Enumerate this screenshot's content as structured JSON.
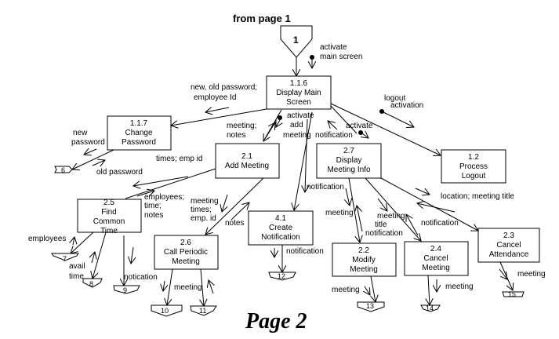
{
  "header": {
    "title": "from page 1",
    "entry_connector": "1"
  },
  "footer": {
    "page_label": "Page 2"
  },
  "processes": [
    {
      "id": "1.1.6",
      "lines": [
        "1.1.6",
        "Display Main",
        "Screen"
      ]
    },
    {
      "id": "1.1.7",
      "lines": [
        "1.1.7",
        "Change",
        "Password"
      ]
    },
    {
      "id": "2.1",
      "lines": [
        "2.1",
        "Add Meeting"
      ]
    },
    {
      "id": "2.7",
      "lines": [
        "2.7",
        "Display",
        "Meeting Info"
      ]
    },
    {
      "id": "1.2",
      "lines": [
        "1.2",
        "Process",
        "Logout"
      ]
    },
    {
      "id": "2.5",
      "lines": [
        "2.5",
        "Find",
        "Common",
        "Time"
      ]
    },
    {
      "id": "4.1",
      "lines": [
        "4.1",
        "Create",
        "Notification"
      ]
    },
    {
      "id": "2.6",
      "lines": [
        "2.6",
        "Call Periodic",
        "Meeting"
      ]
    },
    {
      "id": "2.2",
      "lines": [
        "2.2",
        "Modify",
        "Meeting"
      ]
    },
    {
      "id": "2.4",
      "lines": [
        "2.4",
        "Cancel",
        "Meeting"
      ]
    },
    {
      "id": "2.3",
      "lines": [
        "2.3",
        "Cancel",
        "Attendance"
      ]
    }
  ],
  "connectors": [
    "6",
    "7",
    "8",
    "9",
    "10",
    "11",
    "12",
    "13",
    "14",
    "15"
  ],
  "labels": {
    "activate_main": [
      "activate",
      "main screen"
    ],
    "new_old_password": [
      "new, old password;",
      "employee Id"
    ],
    "meeting_notes": [
      "meeting;",
      "notes"
    ],
    "activate_add_meeting": [
      "activate",
      "add",
      "meeting"
    ],
    "notification_top": "notification",
    "activate_info": "activate",
    "logout_activation": [
      "logout",
      "activation"
    ],
    "new_password": [
      "new",
      "password"
    ],
    "old_password": "old password",
    "times_emp_id": "times; emp id",
    "employees_time_notes": [
      "employees;",
      "time;",
      "notes"
    ],
    "meeting_times_empid": [
      "meeting",
      "times;",
      "emp. id"
    ],
    "notes": "notes",
    "notification_41": "notification",
    "notification_41_out": "notification",
    "meeting_22": "meeting",
    "meeting_title_notification": [
      "meeting",
      "title",
      "notification"
    ],
    "location_meeting_title": "location; meeting title",
    "notification_23": "notification",
    "employees": "employees",
    "avail_time": [
      "avail",
      "time"
    ],
    "notication": "notication",
    "meeting_26": "meeting",
    "meeting_13": "meeting",
    "meeting_14": "meeting",
    "meeting_15": "meeting"
  }
}
